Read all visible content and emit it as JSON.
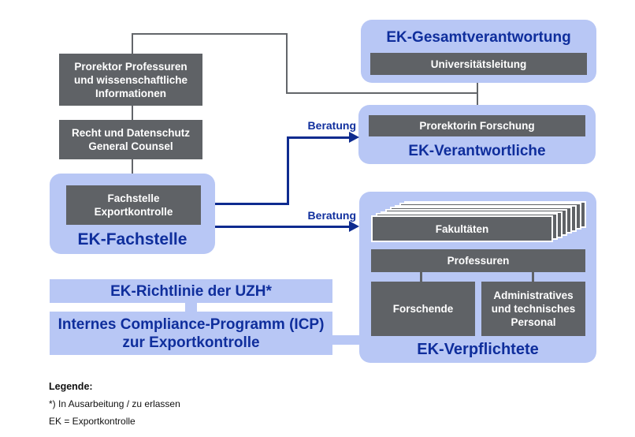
{
  "colors": {
    "light_blue": "#b8c7f5",
    "dark_gray": "#5f6266",
    "title_blue": "#0f2e9c",
    "arrow_blue": "#0e2b8f",
    "line_gray": "#63666a"
  },
  "org": {
    "prorektor": "Prorektor Professuren\nund wissenschaftliche\nInformationen",
    "recht": "Recht und Datenschutz\nGeneral Counsel",
    "fachstelle": {
      "title": "EK-Fachstelle",
      "unit": "Fachstelle\nExportkontrolle"
    },
    "gesamt": {
      "title": "EK-Gesamtverantwortung",
      "unit": "Universitätsleitung"
    },
    "verantwortliche": {
      "title": "EK-Verantwortliche",
      "unit": "Prorektorin Forschung"
    },
    "verpflichtete": {
      "title": "EK-Verpflichtete",
      "fakultaeten": "Fakultäten",
      "professuren": "Professuren",
      "forschende": "Forschende",
      "admin": "Administratives\nund technisches\nPersonal"
    },
    "richtlinie": "EK-Richtlinie der UZH*",
    "icp": "Internes Compliance-Programm (ICP)\nzur Exportkontrolle"
  },
  "arrows": {
    "beratung1": "Beratung",
    "beratung2": "Beratung"
  },
  "legend": {
    "title": "Legende:",
    "line1": "*) In Ausarbeitung / zu erlassen",
    "line2": "EK = Exportkontrolle"
  }
}
